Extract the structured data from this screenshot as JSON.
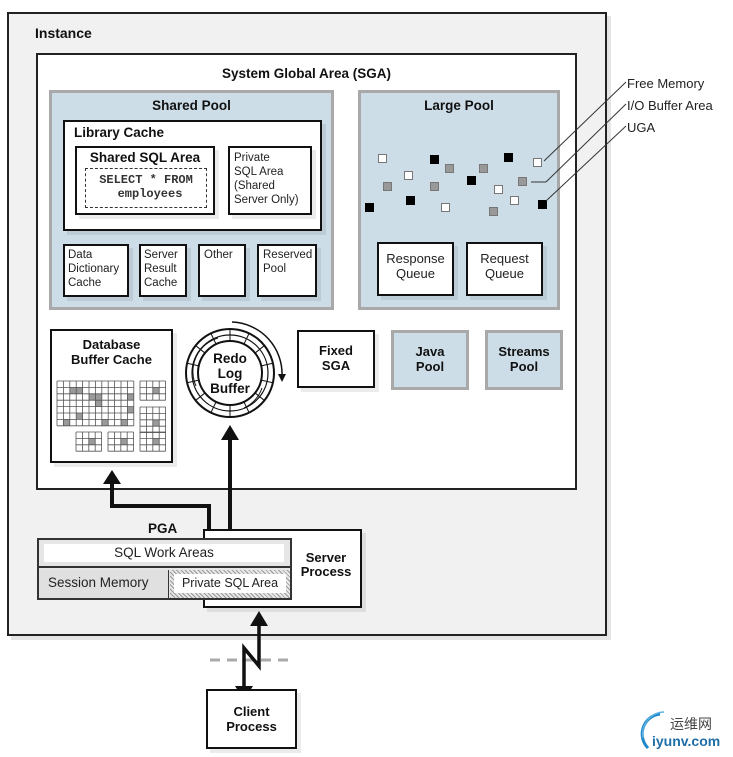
{
  "instance": {
    "label": "Instance"
  },
  "sga": {
    "label": "System Global Area (SGA)",
    "shared_pool": {
      "label": "Shared Pool",
      "library_cache": {
        "label": "Library Cache",
        "shared_sql_area": {
          "label": "Shared SQL Area",
          "statement_line1": "SELECT * FROM",
          "statement_line2": "employees"
        },
        "private_sql_area": {
          "line1": "Private",
          "line2": "SQL Area",
          "line3": "(Shared",
          "line4": "Server Only)"
        }
      },
      "sub_boxes": [
        {
          "line1": "Data",
          "line2": "Dictionary",
          "line3": "Cache"
        },
        {
          "line1": "Server",
          "line2": "Result",
          "line3": "Cache"
        },
        {
          "line1": "Other",
          "line2": "",
          "line3": ""
        },
        {
          "line1": "Reserved",
          "line2": "Pool",
          "line3": ""
        }
      ]
    },
    "large_pool": {
      "label": "Large Pool",
      "response_queue": {
        "line1": "Response",
        "line2": "Queue"
      },
      "request_queue": {
        "line1": "Request",
        "line2": "Queue"
      }
    },
    "database_buffer_cache": {
      "line1": "Database",
      "line2": "Buffer Cache"
    },
    "redo_log_buffer": {
      "line1": "Redo",
      "line2": "Log",
      "line3": "Buffer"
    },
    "fixed_sga": {
      "line1": "Fixed",
      "line2": "SGA"
    },
    "java_pool": {
      "line1": "Java",
      "line2": "Pool"
    },
    "streams_pool": {
      "line1": "Streams",
      "line2": "Pool"
    }
  },
  "legend": {
    "items": [
      {
        "label": "Free Memory",
        "color": "#ffffff"
      },
      {
        "label": "I/O Buffer Area",
        "color": "#999999"
      },
      {
        "label": "UGA",
        "color": "#000000"
      }
    ]
  },
  "pga": {
    "label": "PGA",
    "sql_work_areas": "SQL Work Areas",
    "session_memory": "Session Memory",
    "private_sql_area": "Private SQL Area"
  },
  "server_process": {
    "line1": "Server",
    "line2": "Process"
  },
  "client_process": {
    "line1": "Client",
    "line2": "Process"
  },
  "watermark": {
    "cn": "运维网",
    "url": "iyunv.com"
  },
  "colors": {
    "pool_fill": "#ccdde8",
    "pool_border": "#a9a9a9",
    "instance_fill": "#f1f1f1"
  }
}
